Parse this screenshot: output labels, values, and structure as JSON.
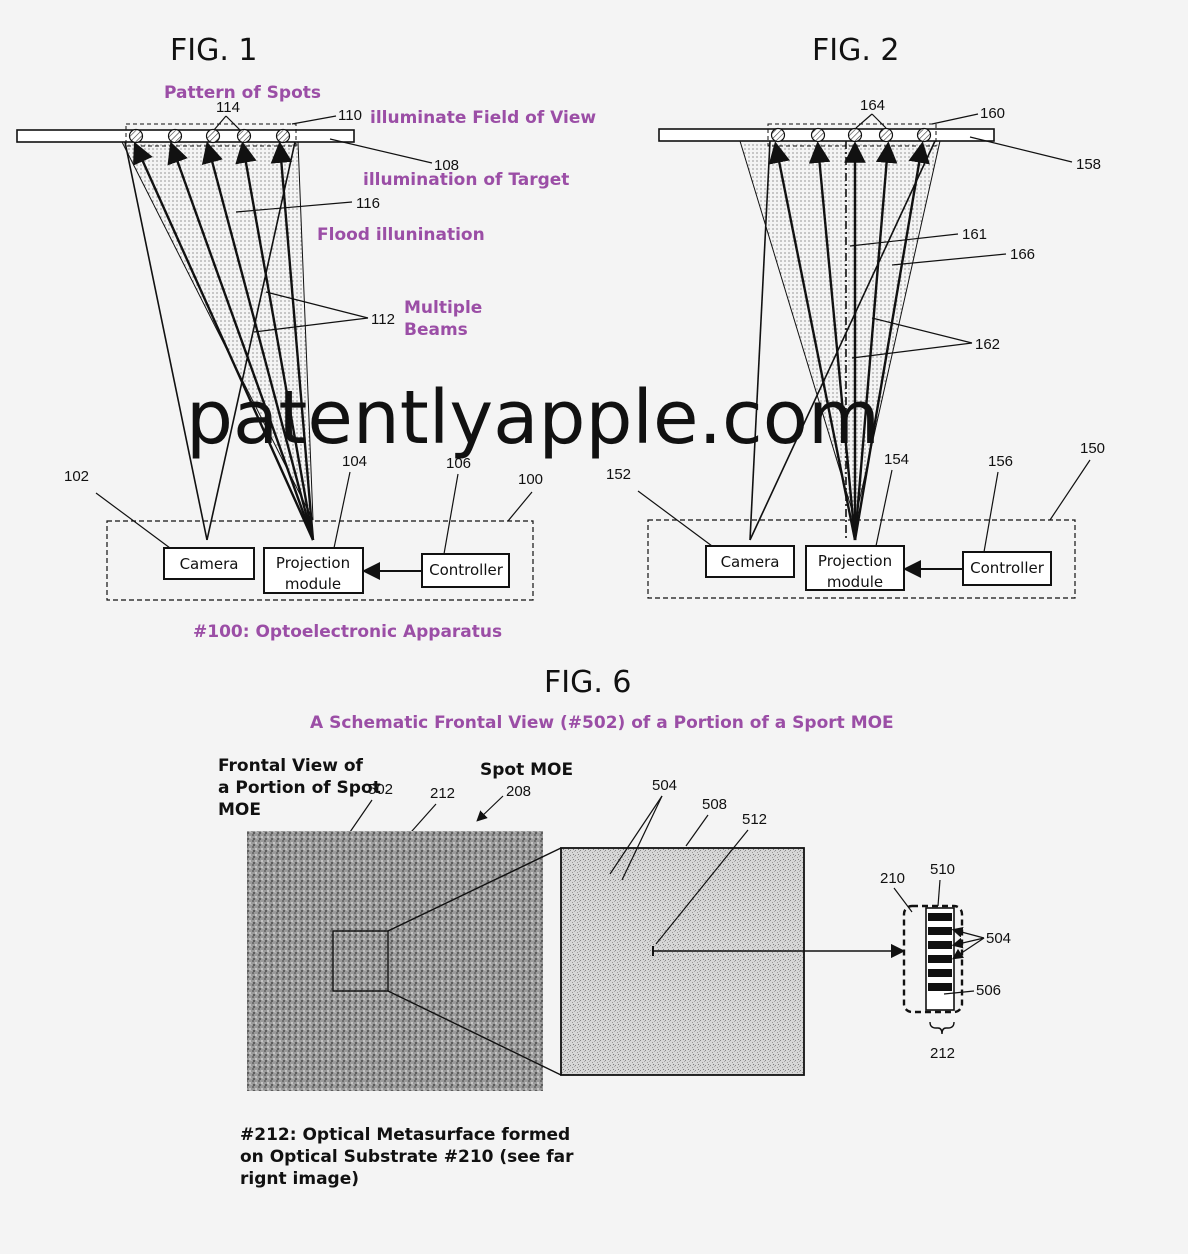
{
  "watermark": "patentlyapple.com",
  "fig1": {
    "title": "FIG. 1",
    "annotations": {
      "pattern_of_spots": "Pattern of Spots",
      "illuminate_fov": "illuminate Field of View",
      "illumination_target": "illumination of Target",
      "flood": "Flood illunination",
      "multiple": "Multiple",
      "beams": "Beams",
      "apparatus": "#100: Optoelectronic Apparatus"
    },
    "refs": {
      "r114": "114",
      "r110": "110",
      "r108": "108",
      "r116": "116",
      "r112": "112",
      "r102": "102",
      "r104": "104",
      "r106": "106",
      "r100": "100"
    },
    "boxes": {
      "camera": "Camera",
      "proj1": "Projection",
      "proj2": "module",
      "controller": "Controller"
    }
  },
  "fig2": {
    "title": "FIG. 2",
    "refs": {
      "r164": "164",
      "r160": "160",
      "r158": "158",
      "r161": "161",
      "r166": "166",
      "r162": "162",
      "r152": "152",
      "r154": "154",
      "r156": "156",
      "r150": "150"
    },
    "boxes": {
      "camera": "Camera",
      "proj1": "Projection",
      "proj2": "module",
      "controller": "Controller"
    }
  },
  "fig6": {
    "title": "FIG. 6",
    "subtitle": "A Schematic Frontal View (#502) of a Portion of a Sport MOE",
    "frontal": [
      "Frontal View of",
      "a Portion of Spot",
      "MOE"
    ],
    "spot_moe": "Spot MOE",
    "metasurface": [
      "#212: Optical Metasurface formed",
      "on Optical Substrate #210 (see far",
      "rignt image)"
    ],
    "refs": {
      "r502": "502",
      "r212a": "212",
      "r208": "208",
      "r504a": "504",
      "r508": "508",
      "r512": "512",
      "r210": "210",
      "r510": "510",
      "r504b": "504",
      "r506": "506",
      "r212b": "212"
    }
  }
}
